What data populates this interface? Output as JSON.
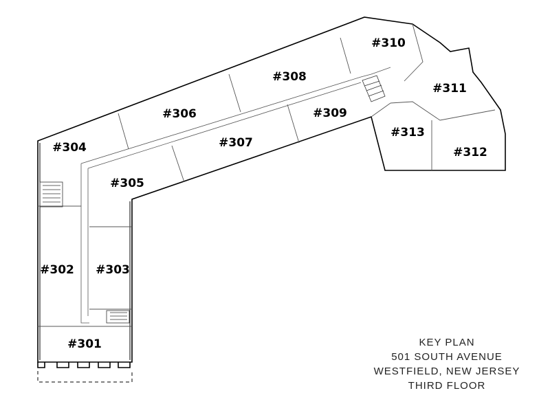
{
  "rooms": [
    {
      "id": "301",
      "label": "#301"
    },
    {
      "id": "302",
      "label": "#302"
    },
    {
      "id": "303",
      "label": "#303"
    },
    {
      "id": "304",
      "label": "#304"
    },
    {
      "id": "305",
      "label": "#305"
    },
    {
      "id": "306",
      "label": "#306"
    },
    {
      "id": "307",
      "label": "#307"
    },
    {
      "id": "308",
      "label": "#308"
    },
    {
      "id": "309",
      "label": "#309"
    },
    {
      "id": "310",
      "label": "#310"
    },
    {
      "id": "311",
      "label": "#311"
    },
    {
      "id": "312",
      "label": "#312"
    },
    {
      "id": "313",
      "label": "#313"
    }
  ],
  "title_block": {
    "line1": "KEY PLAN",
    "line2": "501 SOUTH AVENUE",
    "line3": "WESTFIELD, NEW JERSEY",
    "line4": "THIRD FLOOR"
  }
}
